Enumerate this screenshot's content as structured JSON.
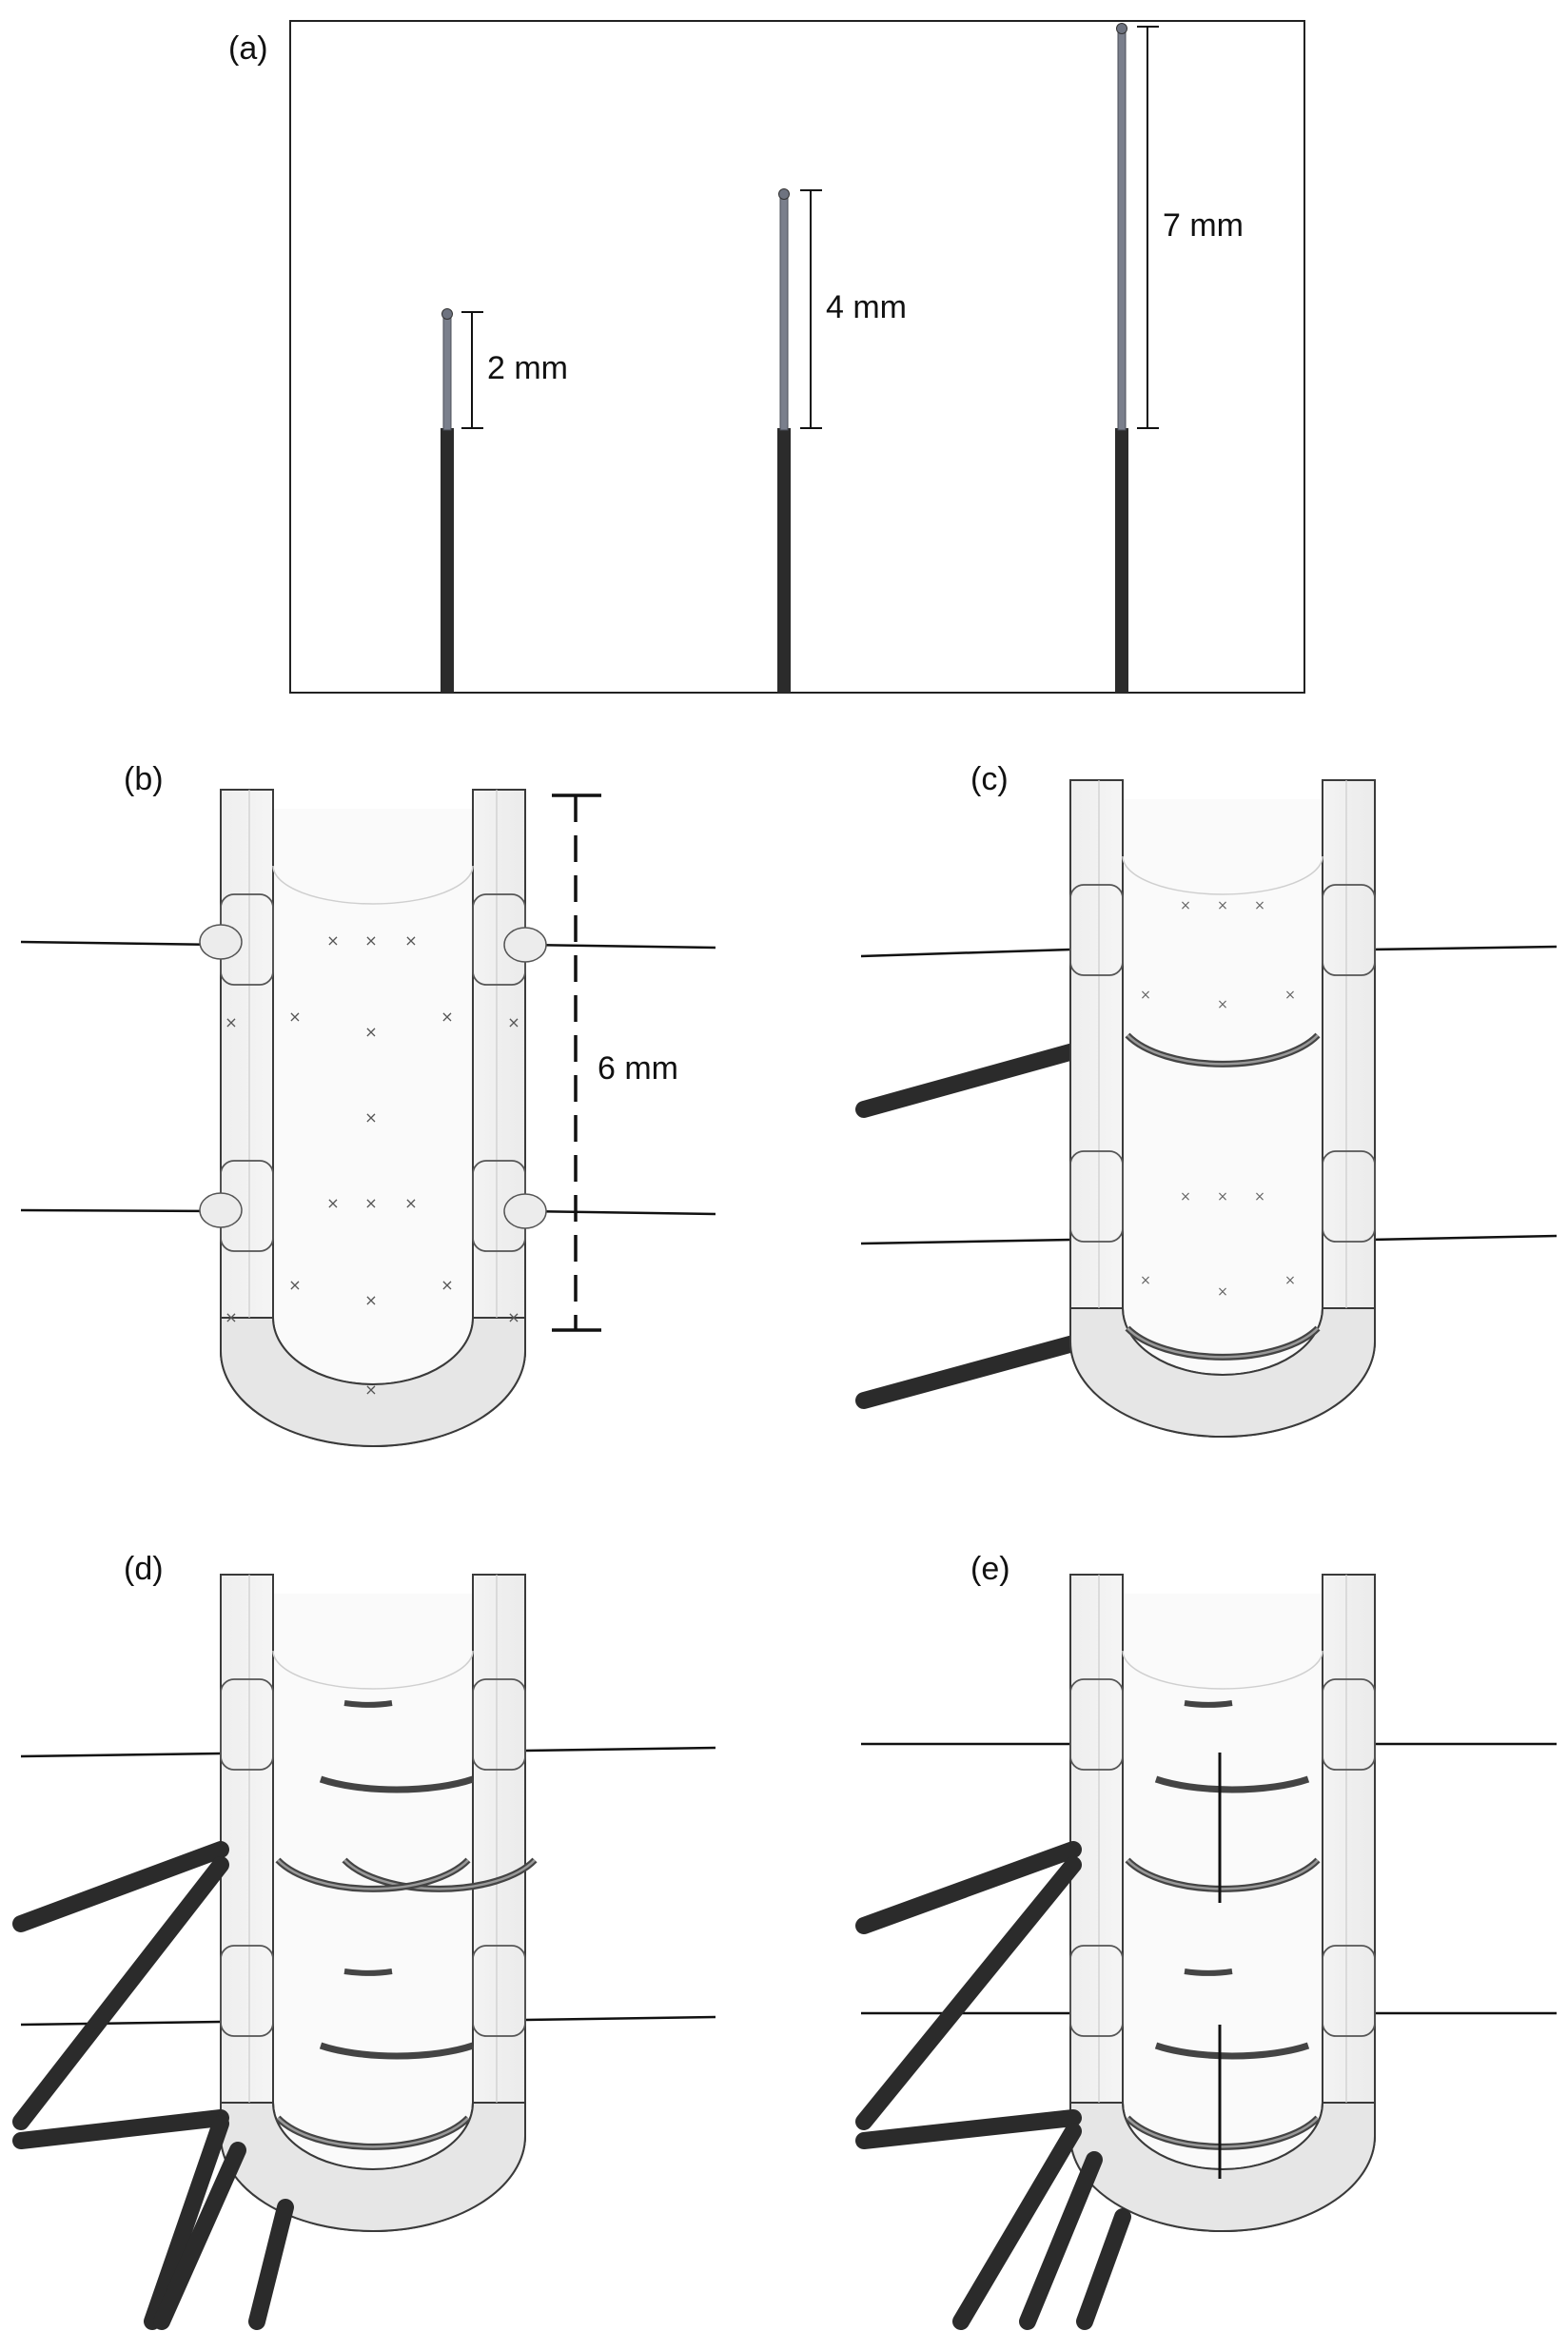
{
  "panels": {
    "a": {
      "label": "(a)",
      "dims": [
        "2 mm",
        "4 mm",
        "7 mm"
      ]
    },
    "b": {
      "label": "(b)",
      "dim": "6 mm"
    },
    "c": {
      "label": "(c)"
    },
    "d": {
      "label": "(d)"
    },
    "e": {
      "label": "(e)"
    }
  },
  "colors": {
    "rod": "#2b2b2b",
    "needle": "#7a7f8c",
    "outline": "#3a3a3a",
    "device_fill": "#f2f2f2",
    "bottom_fill": "#e6e6e6"
  }
}
